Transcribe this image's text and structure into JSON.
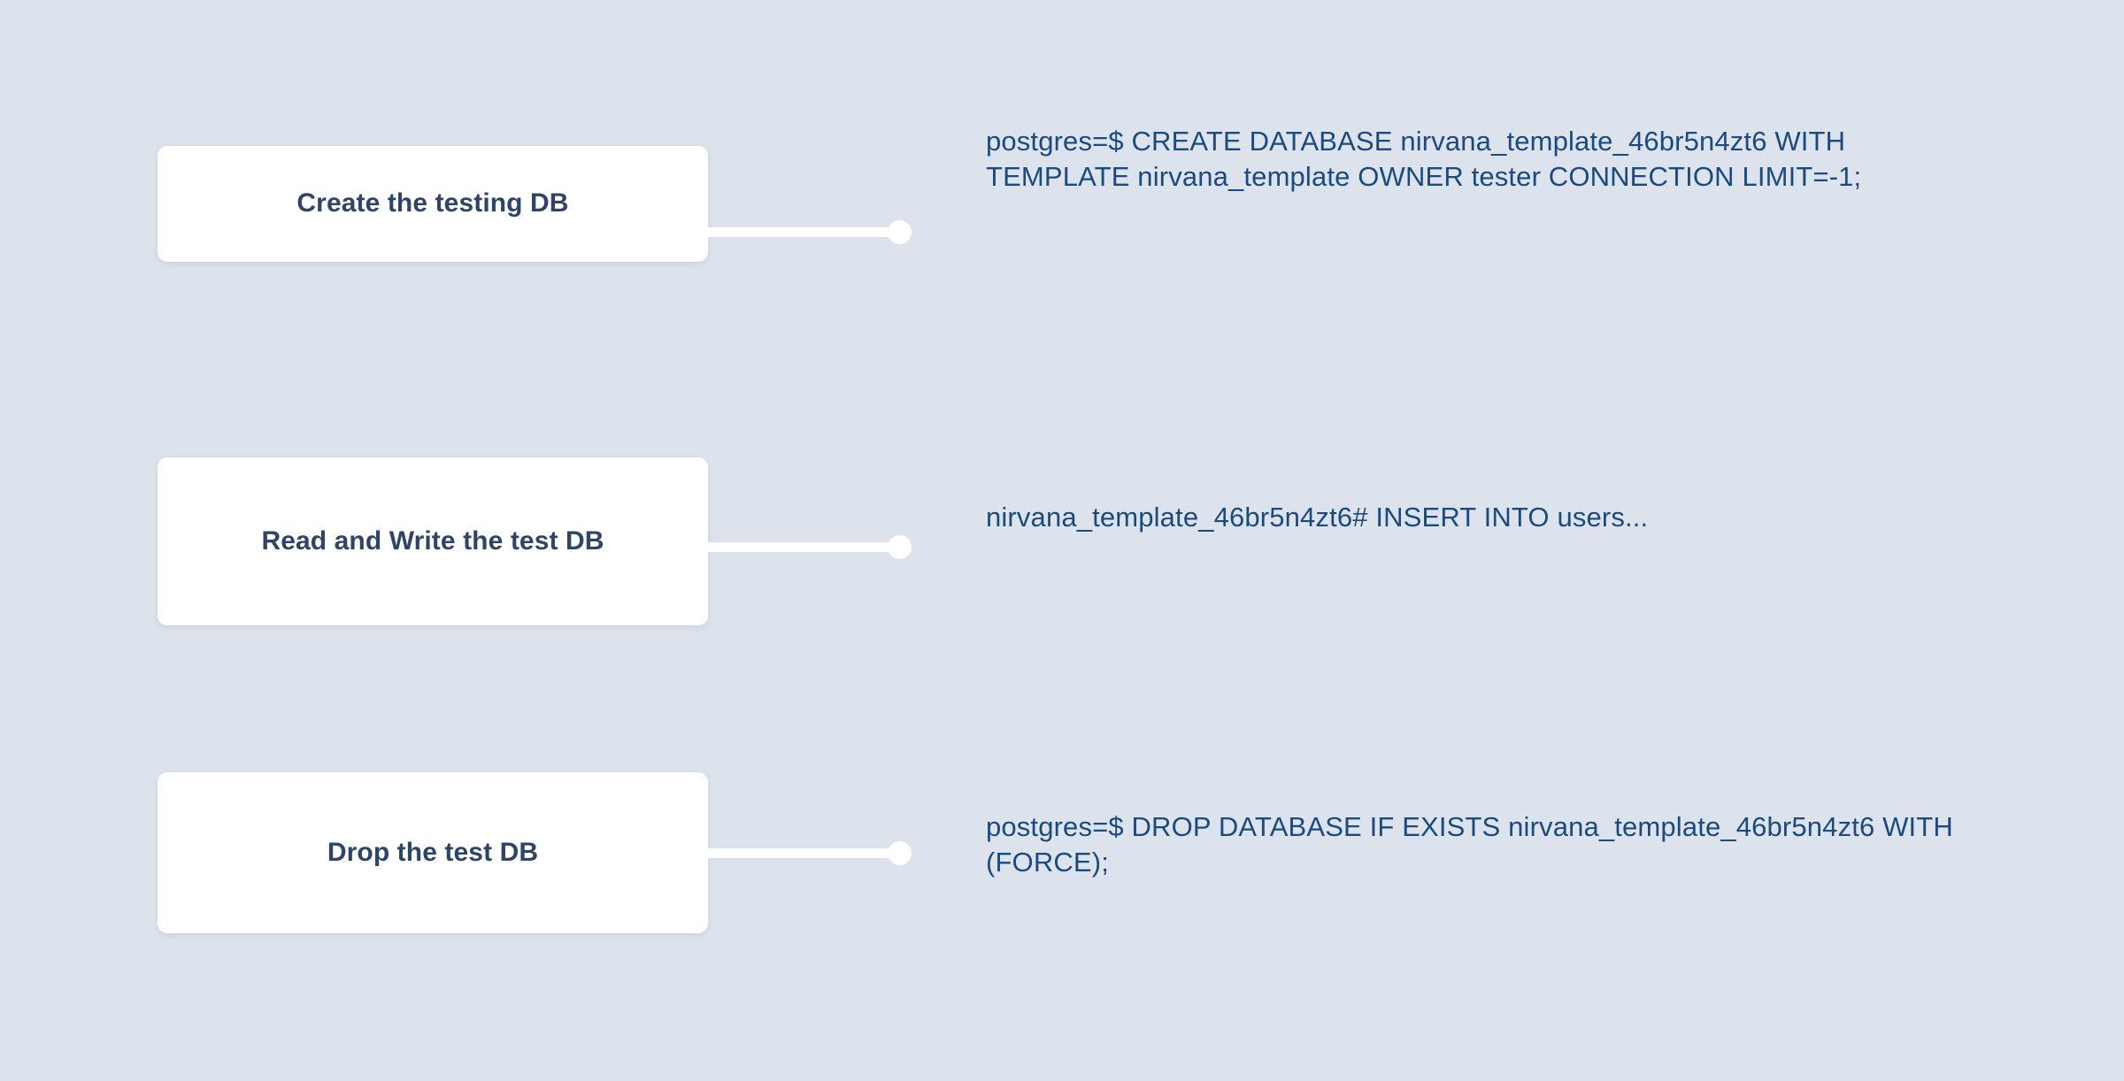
{
  "page": {
    "background_color": "#dde3ed",
    "card_color": "#ffffff",
    "node_text_color": "#2e4568",
    "command_text_color": "#1b4a7e",
    "connector_color": "#ffffff"
  },
  "steps": [
    {
      "label": "Create the testing DB",
      "command": "postgres=$ CREATE DATABASE nirvana_template_46br5n4zt6 WITH TEMPLATE nirvana_template OWNER tester CONNECTION LIMIT=-1;"
    },
    {
      "label": "Read and Write the test DB",
      "command": "nirvana_template_46br5n4zt6# INSERT INTO users..."
    },
    {
      "label": "Drop the test DB",
      "command": "postgres=$ DROP DATABASE IF EXISTS nirvana_template_46br5n4zt6 WITH (FORCE);"
    }
  ]
}
